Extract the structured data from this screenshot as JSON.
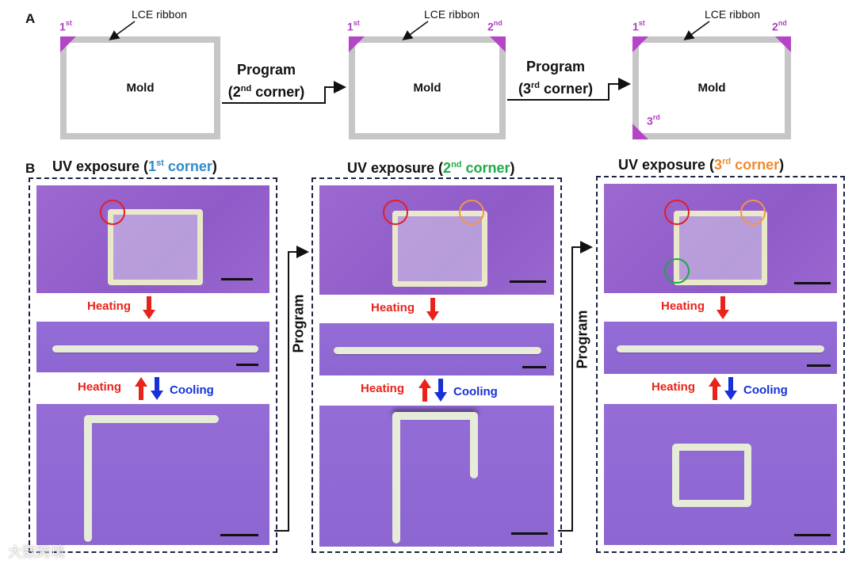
{
  "panel_a": {
    "letter": "A",
    "mold_label": "Mold",
    "lce_label": "LCE ribbon",
    "ord_1": "1",
    "ord_1_sup": "st",
    "ord_2": "2",
    "ord_2_sup": "nd",
    "ord_3": "3",
    "ord_3_sup": "rd",
    "program_word": "Program",
    "step1_num": "(2",
    "step1_sup": "nd",
    "step1_tail": " corner)",
    "step2_num": "(3",
    "step2_sup": "rd",
    "step2_tail": " corner)"
  },
  "panel_b": {
    "letter": "B",
    "title_prefix": "UV exposure (",
    "title_suffix": ")",
    "columns": [
      {
        "num": "1",
        "sup": "st",
        "word": " corner",
        "color": "#2f8ccc"
      },
      {
        "num": "2",
        "sup": "nd",
        "word": " corner",
        "color": "#1faa4a"
      },
      {
        "num": "3",
        "sup": "rd",
        "word": " corner",
        "color": "#f08a2c"
      }
    ],
    "heating": "Heating",
    "cooling": "Cooling",
    "program_vertical": "Program",
    "circle_colors": {
      "first": "#e0202a",
      "second": "#f2964a",
      "third": "#1fa64a"
    }
  },
  "watermark": "大数跨境"
}
